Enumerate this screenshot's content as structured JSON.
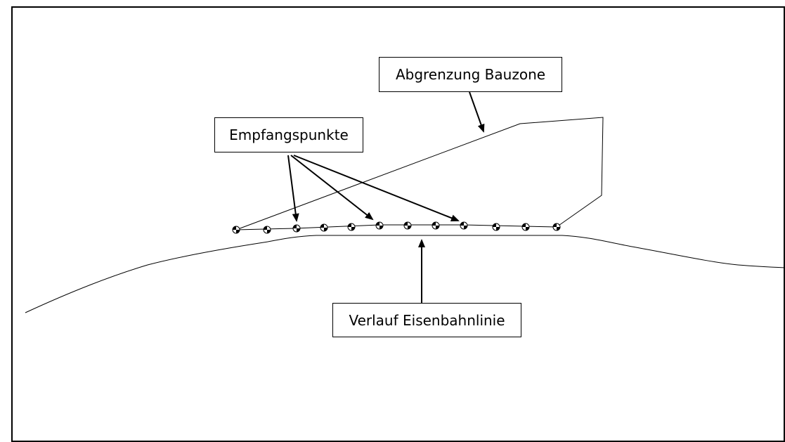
{
  "labels": {
    "bauzone": "Abgrenzung Bauzone",
    "empfangspunkte": "Empfangspunkte",
    "eisenbahn": "Verlauf Eisenbahnlinie"
  },
  "colors": {
    "line": "#000000",
    "background": "#ffffff"
  },
  "receiver_points_count": 12,
  "icons": {
    "receiver_point": "checkered-circle-marker"
  }
}
